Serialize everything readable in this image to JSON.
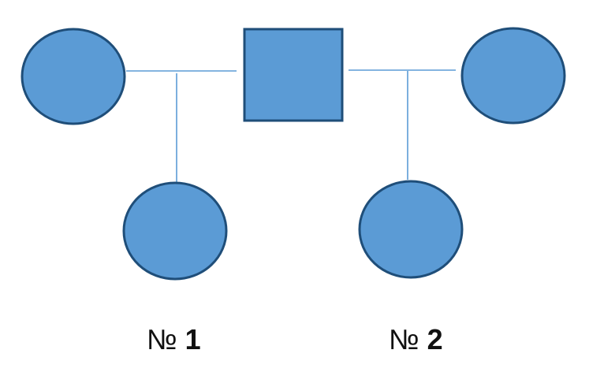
{
  "colors": {
    "fill": "#5b9bd5",
    "stroke": "#1f4e79",
    "line": "#5b9bd5",
    "text": "#111111"
  },
  "shapes": {
    "female": "circle",
    "male": "square"
  },
  "labels": [
    {
      "prefix": "№",
      "number": "1"
    },
    {
      "prefix": "№",
      "number": "2"
    }
  ]
}
